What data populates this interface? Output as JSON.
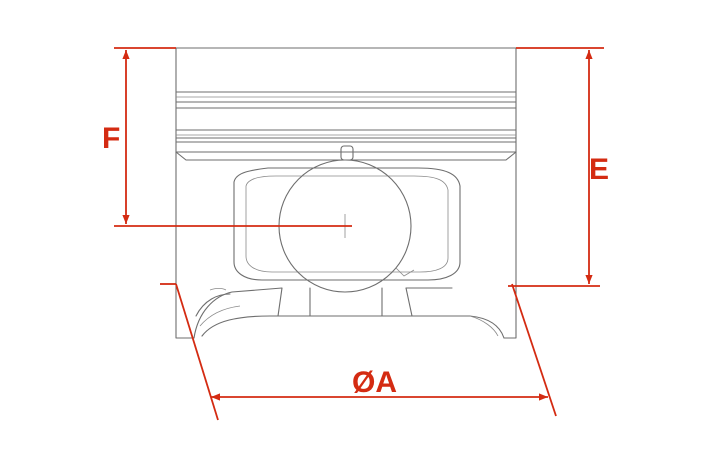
{
  "diagram": {
    "labels": {
      "diameter": "ØA",
      "height_e": "E",
      "height_f": "F"
    },
    "colors": {
      "dimension": "#d42b12",
      "outline": "#6e6e6e",
      "background": "#ffffff"
    }
  }
}
